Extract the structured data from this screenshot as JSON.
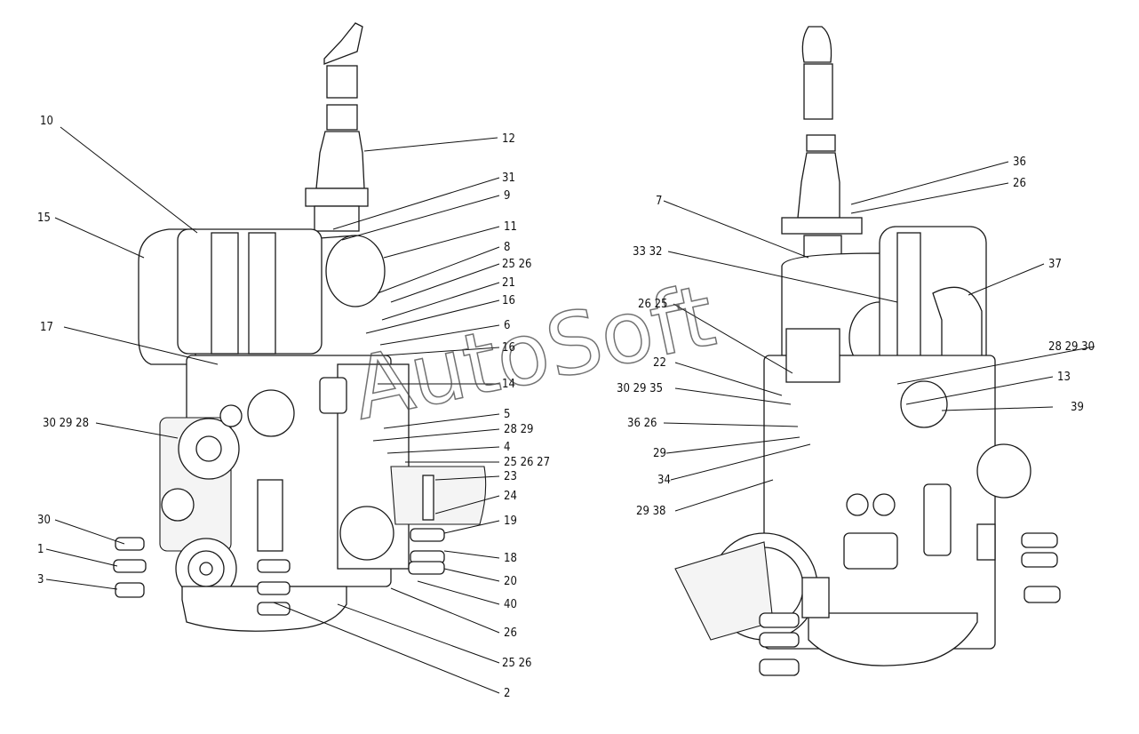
{
  "watermark": "AutoSoft",
  "left_callouts": [
    "10",
    "12",
    "31",
    "9",
    "15",
    "11",
    "8",
    "25 26",
    "21",
    "16",
    "17",
    "6",
    "16",
    "14",
    "30 29 28",
    "5",
    "28 29",
    "4",
    "25 26 27",
    "23",
    "24",
    "30",
    "19",
    "1",
    "18",
    "3",
    "20",
    "40",
    "26",
    "25 26",
    "2"
  ],
  "right_callouts": [
    "36",
    "26",
    "7",
    "33 32",
    "37",
    "26 25",
    "28 29 30",
    "22",
    "30 29 35",
    "13",
    "36 26",
    "39",
    "29",
    "34",
    "29 38"
  ]
}
